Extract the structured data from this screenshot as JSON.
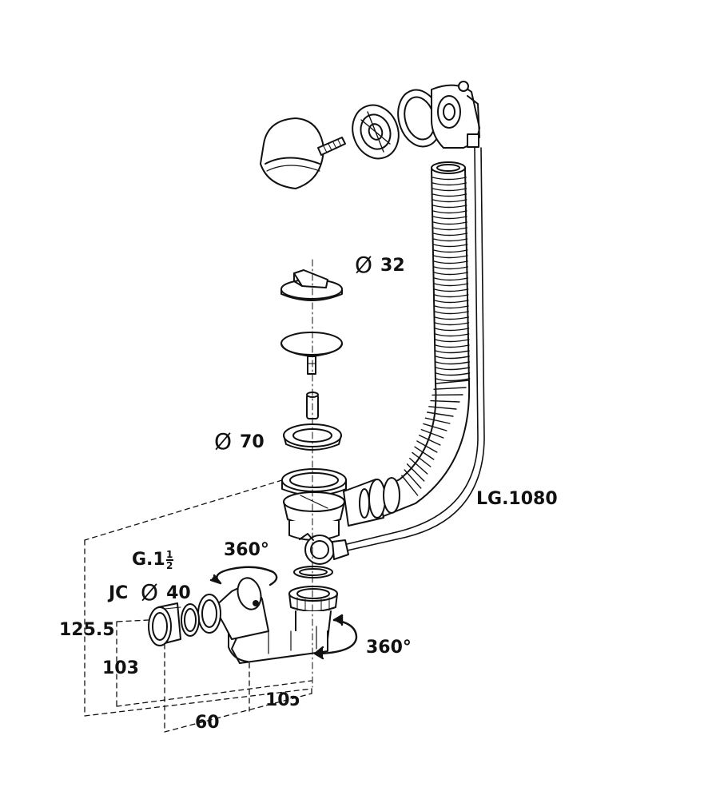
{
  "labels": {
    "overflow_diameter": {
      "symbol": "Ø",
      "value": "32"
    },
    "waste_diameter": {
      "symbol": "Ø",
      "value": "70"
    },
    "cable_length": "LG.1080",
    "rotation_top": "360°",
    "rotation_side": "360°",
    "thread_prefix": "G.1",
    "thread_fraction_num": "1",
    "thread_fraction_den": "2",
    "jc_prefix": "JC",
    "jc_symbol": "Ø",
    "jc_value": "40",
    "dim_total_height": "125.5",
    "dim_outlet_height": "103",
    "dim_width_60": "60",
    "dim_width_100": "10ɔ"
  }
}
